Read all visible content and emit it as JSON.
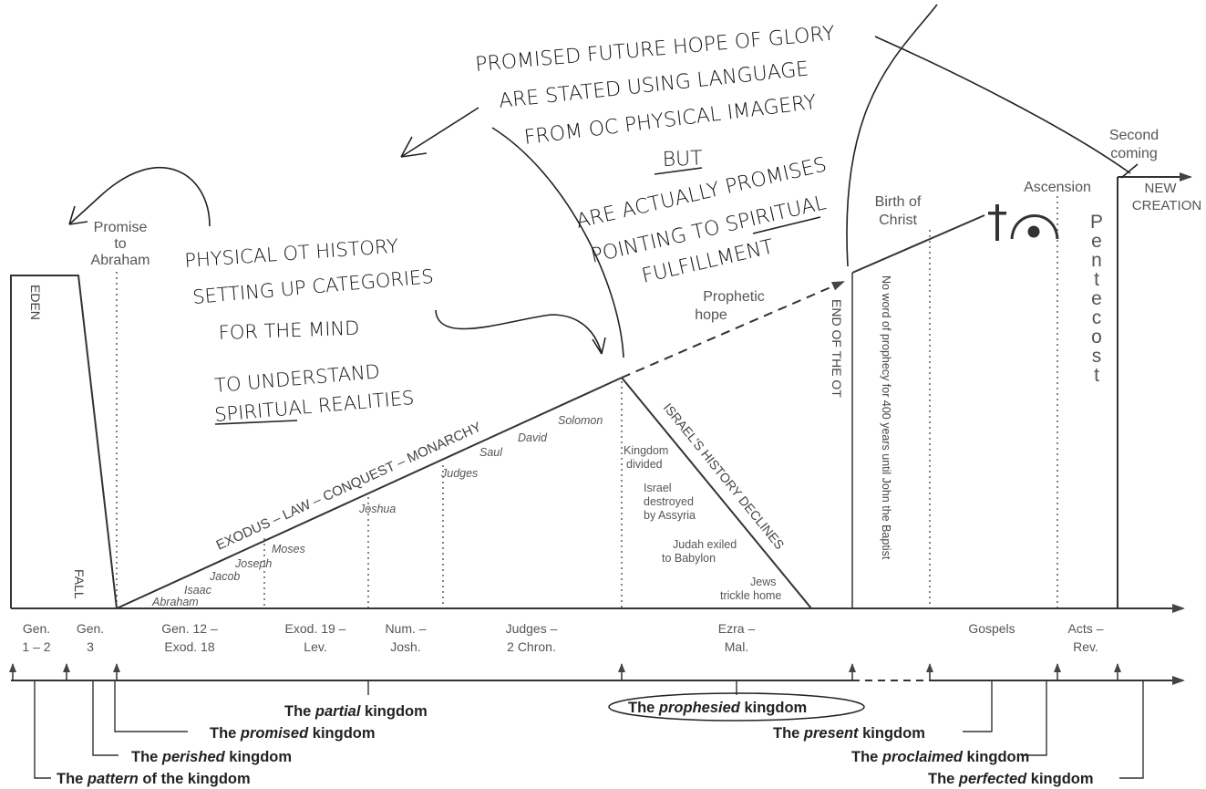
{
  "timeline_top_labels": {
    "promise": "Promise to Abraham",
    "birth": "Birth of Christ",
    "ascension": "Ascension",
    "second_coming": "Second coming",
    "new_creation": "NEW CREATION",
    "prophetic_hope": "Prophetic hope",
    "pentecost": "Pentecost"
  },
  "vertical_labels": {
    "eden": "EDEN",
    "fall": "FALL",
    "end_ot": "END OF THE OT",
    "silence": "No word of prophecy for 400 years until John the Baptist"
  },
  "rising_line": {
    "main": "EXODUS – LAW – CONQUEST – MONARCHY",
    "names": [
      "Abraham",
      "Isaac",
      "Jacob",
      "Joseph",
      "Moses",
      "Joshua",
      "Judges",
      "Saul",
      "David",
      "Solomon"
    ]
  },
  "decline": {
    "title": "ISRAEL'S HISTORY DECLINES",
    "events": [
      "Kingdom divided",
      "Israel destroyed by Assyria",
      "Judah exiled to Babylon",
      "Jews trickle home"
    ]
  },
  "books": [
    [
      "Gen.",
      "1 – 2"
    ],
    [
      "Gen.",
      "3"
    ],
    [
      "Gen. 12 –",
      "Exod. 18"
    ],
    [
      "Exod. 19 –",
      "Lev."
    ],
    [
      "Num. –",
      "Josh."
    ],
    [
      "Judges –",
      "2 Chron."
    ],
    [
      "Ezra –",
      "Mal."
    ],
    [
      "Gospels",
      ""
    ],
    [
      "Acts –",
      "Rev."
    ]
  ],
  "kingdoms": {
    "partial": {
      "pre": "The ",
      "em": "partial",
      "post": " kingdom"
    },
    "promised": {
      "pre": "The ",
      "em": "promised",
      "post": " kingdom"
    },
    "perished": {
      "pre": "The ",
      "em": "perished",
      "post": " kingdom"
    },
    "pattern": {
      "pre": "The ",
      "em": "pattern",
      "post": " of the kingdom"
    },
    "prophesied": {
      "pre": "The ",
      "em": "prophesied",
      "post": " kingdom"
    },
    "present": {
      "pre": "The ",
      "em": "present",
      "post": " kingdom"
    },
    "proclaimed": {
      "pre": "The ",
      "em": "proclaimed",
      "post": " kingdom"
    },
    "perfected": {
      "pre": "The ",
      "em": "perfected",
      "post": " kingdom"
    }
  },
  "handwriting": {
    "top": [
      "PROMISED FUTURE HOPE OF GLORY",
      "ARE STATED USING LANGUAGE",
      "FROM OC PHYSICAL IMAGERY",
      "BUT",
      "ARE ACTUALLY PROMISES",
      "POINTING TO SPIRITUAL",
      "FULFILLMENT"
    ],
    "left": [
      "PHYSICAL OT HISTORY",
      "SETTING UP CATEGORIES",
      "FOR THE MIND",
      "TO UNDERSTAND",
      "SPIRITUAL REALITIES"
    ]
  }
}
